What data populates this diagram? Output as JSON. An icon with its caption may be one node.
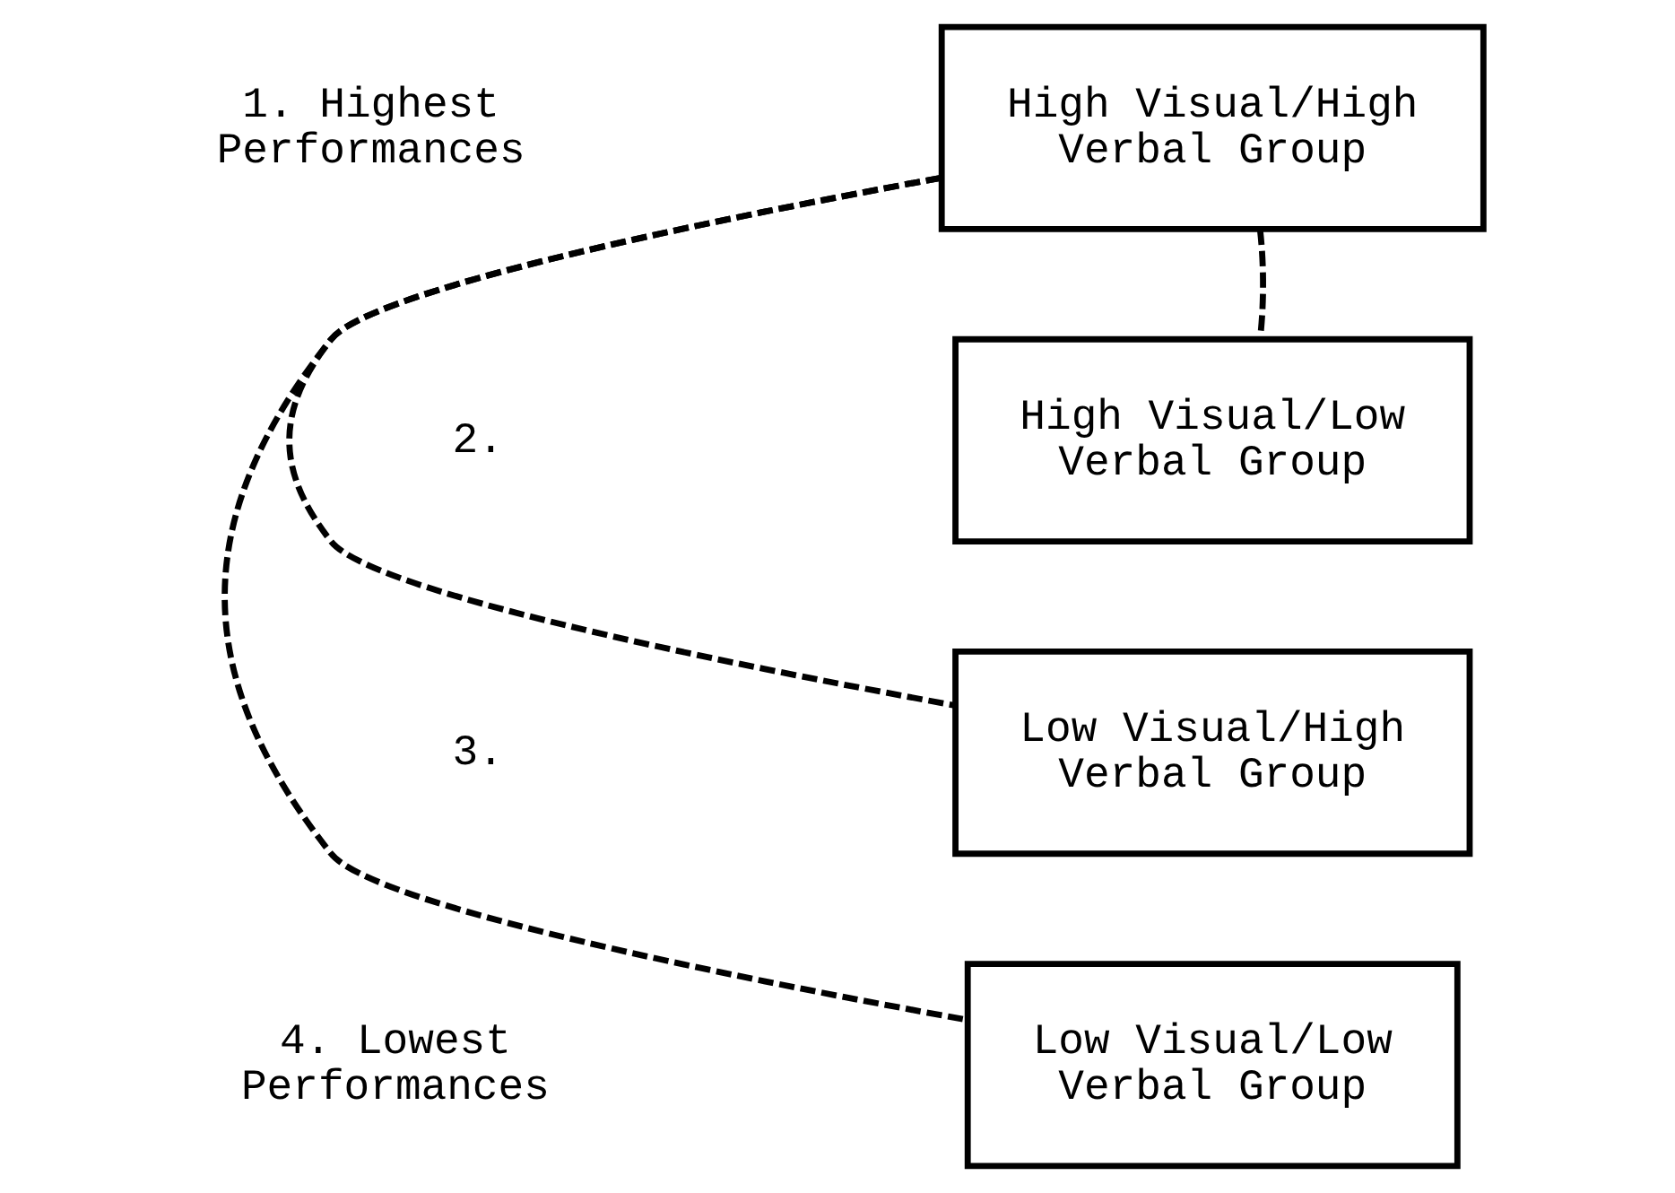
{
  "diagram": {
    "nodes": [
      {
        "text": [
          "High Visual/High Verbal Group"
        ]
      },
      {
        "text": [
          "High Visual/Low Verbal Group"
        ]
      },
      {
        "text": [
          "Low Visual/High Verbal Group"
        ]
      },
      {
        "text": [
          "Low Visual/Low Verbal Group"
        ]
      }
    ],
    "edges": [
      {
        "from": 0,
        "to": 1,
        "arrow": "none",
        "style": "dashed"
      },
      {
        "from": 0,
        "to": 2,
        "arrow": "none",
        "style": "dashed"
      },
      {
        "from": 0,
        "to": 3,
        "arrow": "none",
        "style": "dashed"
      }
    ],
    "labels": [
      "1. Highest Performances",
      "2.",
      "3.",
      "4. Lowest Performances"
    ]
  }
}
